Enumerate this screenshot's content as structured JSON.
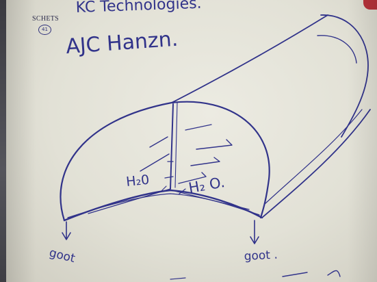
{
  "sheet": {
    "label": "SCHETS",
    "number": "41"
  },
  "header": {
    "line_top": "KC Technologies.",
    "line_name": "AJC Hanzn."
  },
  "annotations": {
    "water_left": "H₂0",
    "water_right": "H₂ O.",
    "drain_left": "goot",
    "drain_right": "goot ."
  },
  "colors": {
    "ink": "#31338a",
    "paper": "#e6e5db",
    "background": "#4a4a52"
  }
}
